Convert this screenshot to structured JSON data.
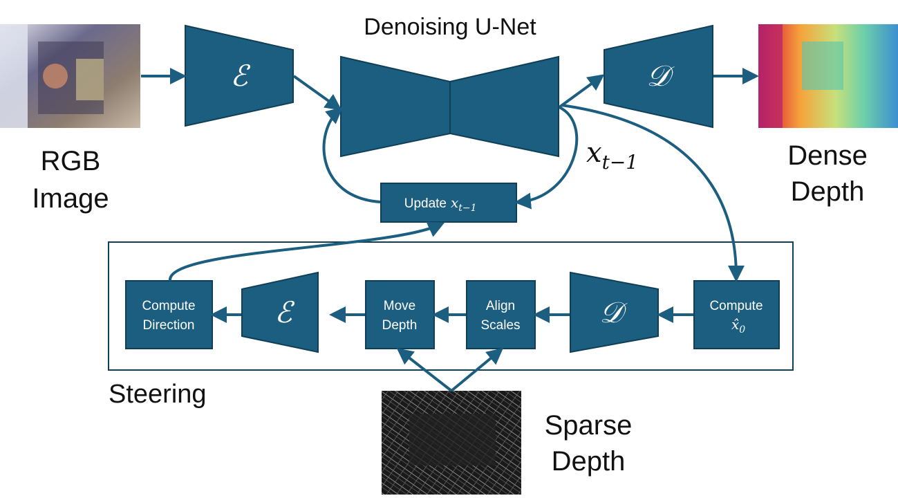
{
  "title": "Denoising U-Net",
  "input_label_line1": "RGB",
  "input_label_line2": "Image",
  "output_label_line1": "Dense",
  "output_label_line2": "Depth",
  "encoder_symbol": "ℰ",
  "decoder_symbol": "𝒟",
  "latent_label": "x",
  "latent_subscript": "t−1",
  "update_label": "Update",
  "steering_label": "Steering",
  "sparse_label_line1": "Sparse",
  "sparse_label_line2": "Depth",
  "compute_x0_line1": "Compute",
  "x0_symbol": "x̂",
  "x0_subscript": "0",
  "align_line1": "Align",
  "align_line2": "Scales",
  "move_line1": "Move",
  "move_line2": "Depth",
  "direction_line1": "Compute",
  "direction_line2": "Direction",
  "colors": {
    "block": "#1b5e80",
    "block_border": "#0f3f57",
    "arrow": "#1b5e80"
  }
}
